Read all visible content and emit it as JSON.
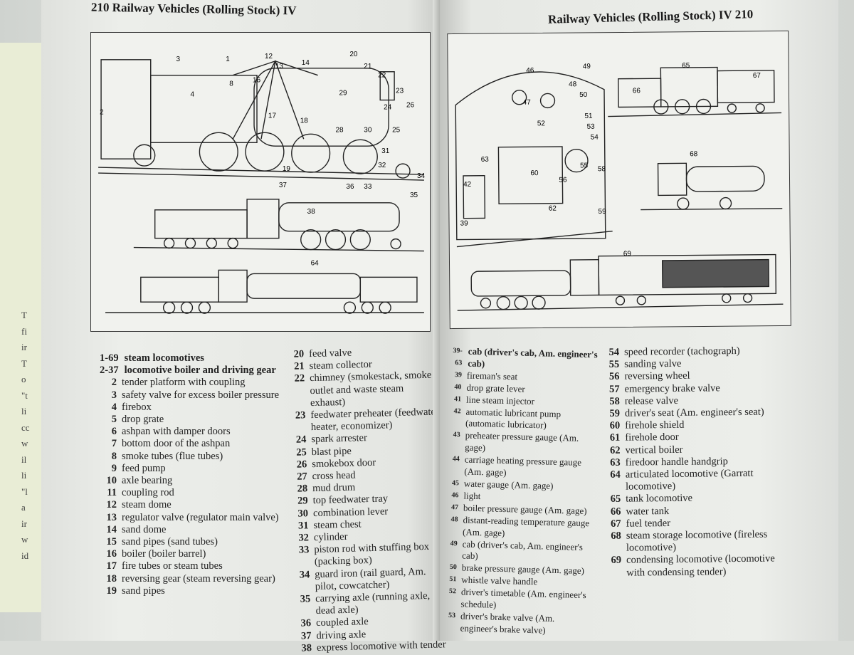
{
  "back_page_letters": [
    "T",
    "fi",
    "ir",
    "T",
    "o",
    "\"t",
    "li",
    "cc",
    "w",
    "il",
    "li",
    "\"l",
    "a",
    "ir",
    "w",
    "id"
  ],
  "left_page": {
    "header": "210 Railway Vehicles (Rolling Stock) IV",
    "figure_labels": [
      "1",
      "2",
      "3",
      "4",
      "8",
      "12",
      "13",
      "14",
      "16",
      "17",
      "18",
      "19",
      "20",
      "21",
      "22",
      "23",
      "24",
      "25",
      "26",
      "28",
      "29",
      "30",
      "31",
      "32",
      "33",
      "34",
      "35",
      "36",
      "37",
      "38",
      "64"
    ],
    "col1": [
      {
        "n": "1-69",
        "t": "steam locomotives",
        "bold": true
      },
      {
        "n": "2-37",
        "t": "locomotive boiler and driving gear",
        "bold": true
      },
      {
        "n": "2",
        "t": "tender platform with coupling"
      },
      {
        "n": "3",
        "t": "safety valve for excess boiler pressure"
      },
      {
        "n": "4",
        "t": "firebox"
      },
      {
        "n": "5",
        "t": "drop grate"
      },
      {
        "n": "6",
        "t": "ashpan with damper doors"
      },
      {
        "n": "7",
        "t": "bottom door of the ashpan"
      },
      {
        "n": "8",
        "t": "smoke tubes (flue tubes)"
      },
      {
        "n": "9",
        "t": "feed pump"
      },
      {
        "n": "10",
        "t": "axle bearing"
      },
      {
        "n": "11",
        "t": "coupling rod"
      },
      {
        "n": "12",
        "t": "steam dome"
      },
      {
        "n": "13",
        "t": "regulator valve (regulator main valve)"
      },
      {
        "n": "14",
        "t": "sand dome"
      },
      {
        "n": "15",
        "t": "sand pipes (sand tubes)"
      },
      {
        "n": "16",
        "t": "boiler (boiler barrel)"
      },
      {
        "n": "17",
        "t": "fire tubes or steam tubes"
      },
      {
        "n": "18",
        "t": "reversing gear (steam reversing gear)"
      },
      {
        "n": "19",
        "t": "sand pipes"
      }
    ],
    "col2": [
      {
        "n": "20",
        "t": "feed valve"
      },
      {
        "n": "21",
        "t": "steam collector"
      },
      {
        "n": "22",
        "t": "chimney (smokestack, smoke outlet and waste steam exhaust)"
      },
      {
        "n": "23",
        "t": "feedwater preheater (feedwater heater, economizer)"
      },
      {
        "n": "24",
        "t": "spark arrester"
      },
      {
        "n": "25",
        "t": "blast pipe"
      },
      {
        "n": "26",
        "t": "smokebox door"
      },
      {
        "n": "27",
        "t": "cross head"
      },
      {
        "n": "28",
        "t": "mud drum"
      },
      {
        "n": "29",
        "t": "top feedwater tray"
      },
      {
        "n": "30",
        "t": "combination lever"
      },
      {
        "n": "31",
        "t": "steam chest"
      },
      {
        "n": "32",
        "t": "cylinder"
      },
      {
        "n": "33",
        "t": "piston rod with stuffing box (packing box)"
      },
      {
        "n": "34",
        "t": "guard iron (rail guard, Am. pilot, cowcatcher)"
      },
      {
        "n": "35",
        "t": "carrying axle (running axle, dead axle)"
      },
      {
        "n": "36",
        "t": "coupled axle"
      },
      {
        "n": "37",
        "t": "driving axle"
      },
      {
        "n": "38",
        "t": "express locomotive with tender"
      }
    ]
  },
  "right_page": {
    "header": "Railway Vehicles (Rolling Stock) IV 210",
    "figure_labels": [
      "39",
      "42",
      "46",
      "47",
      "48",
      "49",
      "50",
      "51",
      "52",
      "53",
      "54",
      "55",
      "56",
      "58",
      "59",
      "60",
      "62",
      "63",
      "65",
      "66",
      "67",
      "68",
      "69"
    ],
    "col1": [
      {
        "n": "39-63",
        "t": "cab (driver's cab, Am. engineer's cab)",
        "bold": true
      },
      {
        "n": "39",
        "t": "fireman's seat"
      },
      {
        "n": "40",
        "t": "drop grate lever"
      },
      {
        "n": "41",
        "t": "line steam injector"
      },
      {
        "n": "42",
        "t": "automatic lubricant pump (automatic lubricator)"
      },
      {
        "n": "43",
        "t": "preheater pressure gauge (Am. gage)"
      },
      {
        "n": "44",
        "t": "carriage heating pressure gauge (Am. gage)"
      },
      {
        "n": "45",
        "t": "water gauge (Am. gage)"
      },
      {
        "n": "46",
        "t": "light"
      },
      {
        "n": "47",
        "t": "boiler pressure gauge (Am. gage)"
      },
      {
        "n": "48",
        "t": "distant-reading temperature gauge (Am. gage)"
      },
      {
        "n": "49",
        "t": "cab (driver's cab, Am. engineer's cab)"
      },
      {
        "n": "50",
        "t": "brake pressure gauge (Am. gage)"
      },
      {
        "n": "51",
        "t": "whistle valve handle"
      },
      {
        "n": "52",
        "t": "driver's timetable (Am. engineer's schedule)"
      },
      {
        "n": "53",
        "t": "driver's brake valve (Am. engineer's brake valve)"
      }
    ],
    "col2": [
      {
        "n": "54",
        "t": "speed recorder (tachograph)"
      },
      {
        "n": "55",
        "t": "sanding valve"
      },
      {
        "n": "56",
        "t": "reversing wheel"
      },
      {
        "n": "57",
        "t": "emergency brake valve"
      },
      {
        "n": "58",
        "t": "release valve"
      },
      {
        "n": "59",
        "t": "driver's seat (Am. engineer's seat)"
      },
      {
        "n": "60",
        "t": "firehole shield"
      },
      {
        "n": "61",
        "t": "firehole door"
      },
      {
        "n": "62",
        "t": "vertical boiler"
      },
      {
        "n": "63",
        "t": "firedoor handle handgrip"
      },
      {
        "n": "64",
        "t": "articulated locomotive (Garratt locomotive)"
      },
      {
        "n": "65",
        "t": "tank locomotive"
      },
      {
        "n": "66",
        "t": "water tank"
      },
      {
        "n": "67",
        "t": "fuel tender"
      },
      {
        "n": "68",
        "t": "steam storage locomotive (fireless locomotive)"
      },
      {
        "n": "69",
        "t": "condensing locomotive (locomotive with condensing tender)"
      }
    ]
  }
}
